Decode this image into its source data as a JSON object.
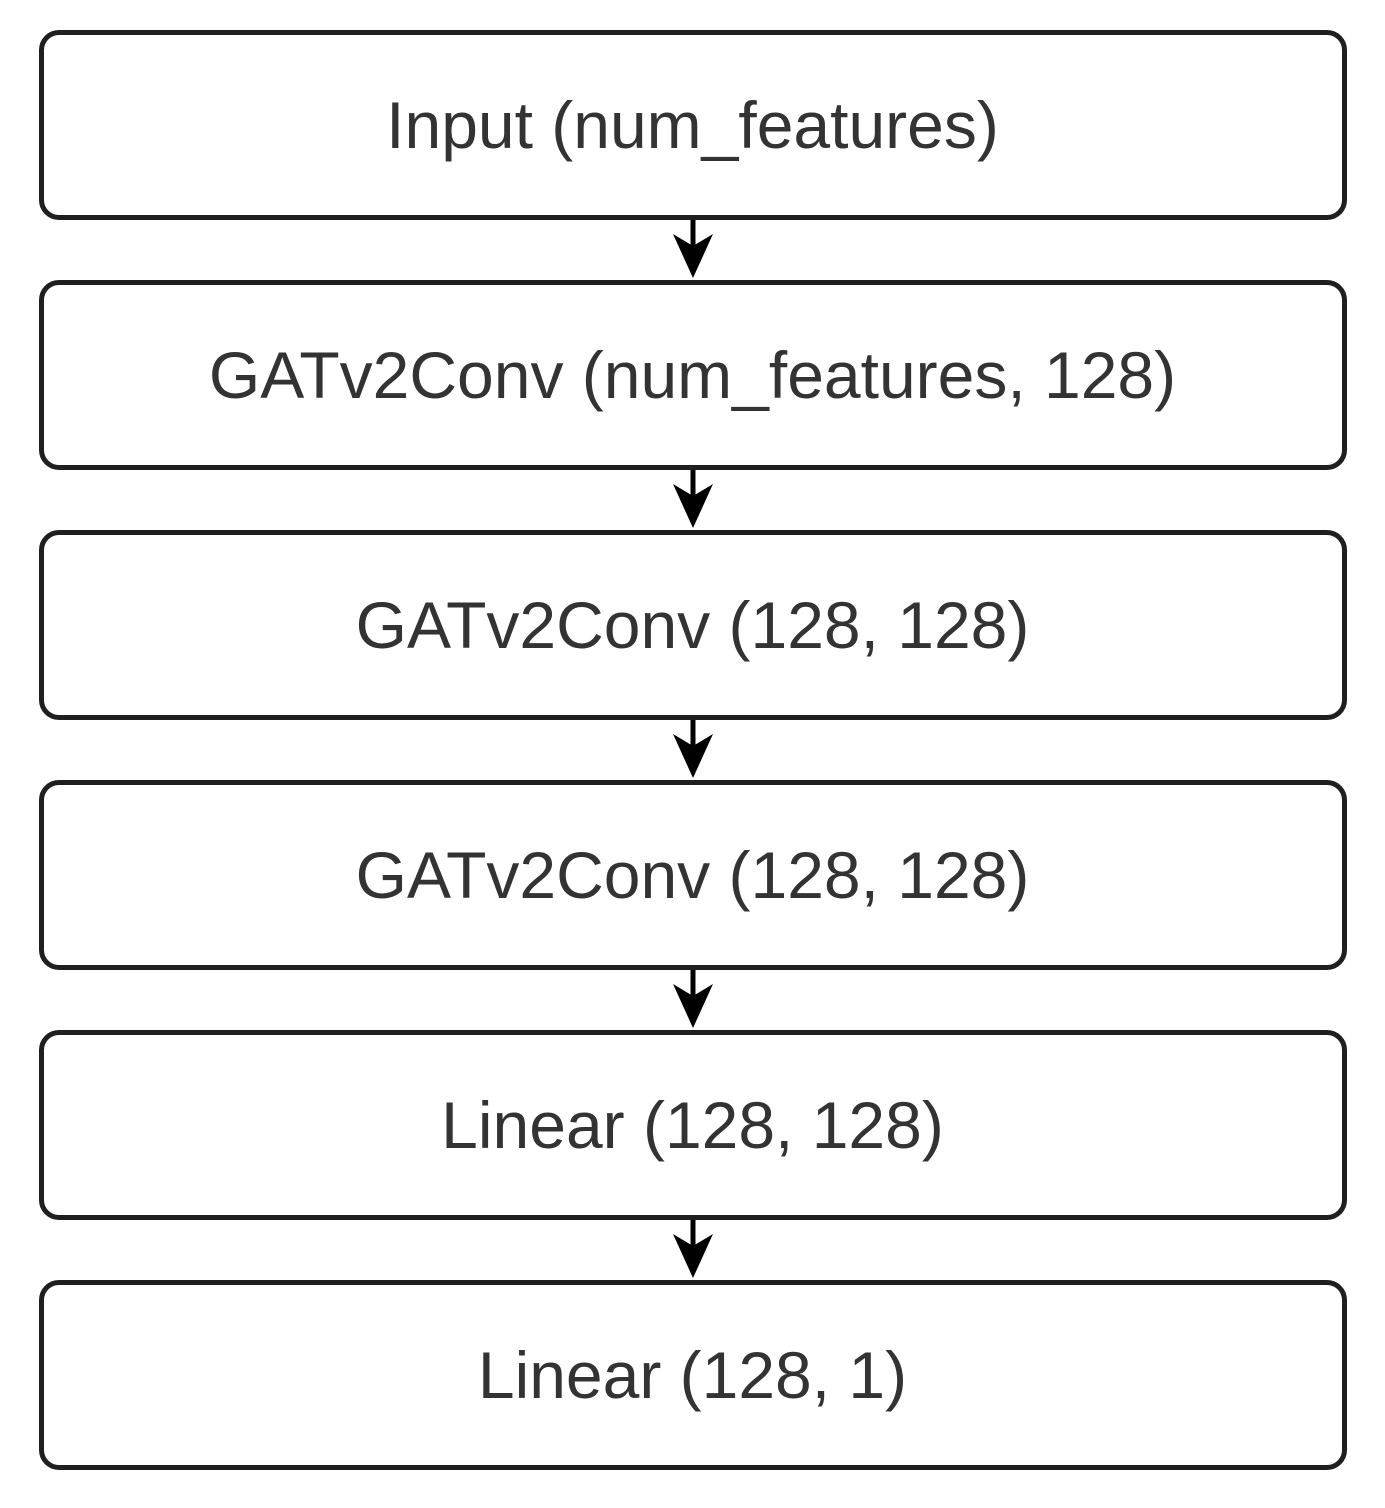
{
  "diagram": {
    "description": "Neural network architecture flowchart",
    "nodes": [
      {
        "label": "Input (num_features)"
      },
      {
        "label": "GATv2Conv (num_features, 128)"
      },
      {
        "label": "GATv2Conv (128, 128)"
      },
      {
        "label": "GATv2Conv (128, 128)"
      },
      {
        "label": "Linear (128, 128)"
      },
      {
        "label": "Linear (128, 1)"
      }
    ],
    "connections": [
      {
        "from": 0,
        "to": 1
      },
      {
        "from": 1,
        "to": 2
      },
      {
        "from": 2,
        "to": 3
      },
      {
        "from": 3,
        "to": 4
      },
      {
        "from": 4,
        "to": 5
      }
    ],
    "colors": {
      "node_fill": "#ffffff",
      "node_border": "#1f1f1f",
      "text": "#333333",
      "arrow": "#000000"
    }
  }
}
